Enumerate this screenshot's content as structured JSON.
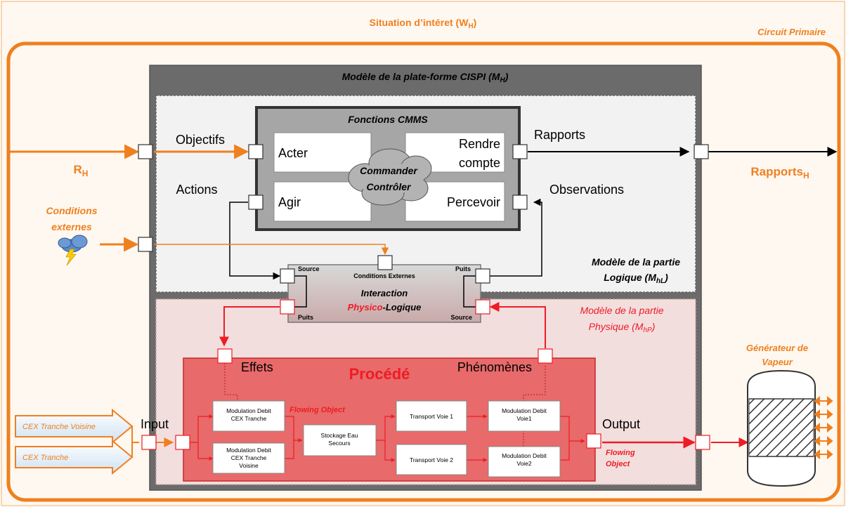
{
  "title": "Situation d’intéret (W",
  "title_sub": "H",
  "title_close": ")",
  "circuit_label": "Circuit Primaire",
  "platform": {
    "label": "Modèle de la plate-forme CISPI (M",
    "sub": "H",
    "close": ")"
  },
  "logic_model": {
    "line1": "Modèle de la partie",
    "line2": "Logique (M",
    "sub": "hL",
    "close": ")"
  },
  "physical_model": {
    "line1": "Modèle de la partie",
    "line2": "Physique (M",
    "sub": "hP",
    "close": ")"
  },
  "cmms": {
    "title": "Fonctions CMMS",
    "acter": "Acter",
    "rendre1": "Rendre",
    "rendre2": "compte",
    "agir": "Agir",
    "percevoir": "Percevoir",
    "commander": "Commander",
    "controler": "Contrôler"
  },
  "labels": {
    "objectifs": "Objectifs",
    "rapports": "Rapports",
    "actions": "Actions",
    "observations": "Observations",
    "rh": "R",
    "rh_sub": "H",
    "rapports_h": "Rapports",
    "rapports_h_sub": "H",
    "conditions1": "Conditions",
    "conditions2": "externes"
  },
  "interaction": {
    "source_tl": "Source",
    "puits_tr": "Puits",
    "conditions_externes": "Conditions Externes",
    "line1": "Interaction",
    "physico": "Physico",
    "logique": "-Logique",
    "puits_bl": "Puits",
    "source_br": "Source"
  },
  "process": {
    "title": "Procédé",
    "effets": "Effets",
    "phenomenes": "Phénomènes",
    "input": "Input",
    "output": "Output",
    "flowing_object": "Flowing Object",
    "flowing1": "Flowing",
    "flowing2": "Object",
    "box_mod_cex_1": "Modulation Debit",
    "box_mod_cex_2": "CEX Tranche",
    "box_mod_voisine_1": "Modulation Debit",
    "box_mod_voisine_2": "CEX Tranche",
    "box_mod_voisine_3": "Voisine",
    "box_stockage_1": "Stockage Eau",
    "box_stockage_2": "Secours",
    "box_transport1": "Transport Voie 1",
    "box_transport2": "Transport Voie 2",
    "box_mod_voie1_1": "Modulation Debit",
    "box_mod_voie1_2": "Voie1",
    "box_mod_voie2_1": "Modulation Debit",
    "box_mod_voie2_2": "Voie2"
  },
  "inputs": {
    "cex_voisine": "CEX Tranche  Voisine",
    "cex_tranche": "CEX  Tranche"
  },
  "generator": {
    "line1": "Générateur de",
    "line2": "Vapeur"
  },
  "colors": {
    "orange": "#ef8020",
    "red": "#ee1c25",
    "dark_gray": "#6b6b6b",
    "logic_bg": "#f2f2f2",
    "phys_bg": "#f3dede"
  }
}
